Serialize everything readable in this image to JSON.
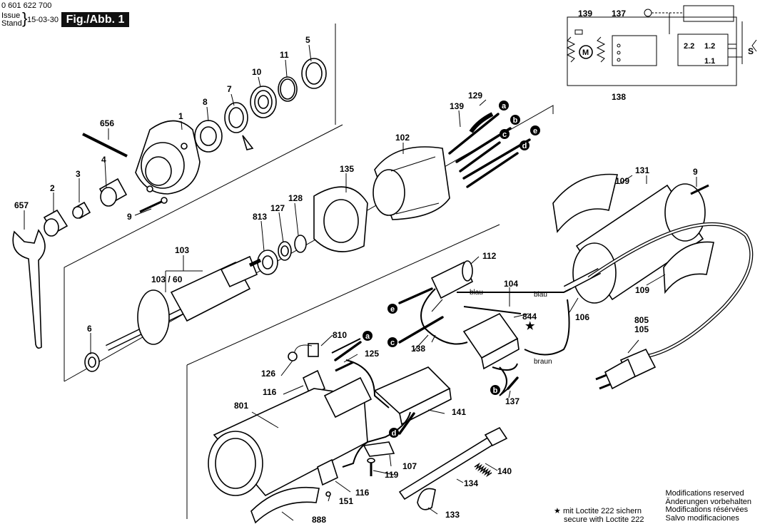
{
  "header": {
    "part_number": "0 601 622 700",
    "issue_label": "Issue",
    "stand_label": "Stand",
    "date": "15-03-30",
    "figure": "Fig./Abb. 1"
  },
  "schematic": {
    "labels": [
      "139",
      "137",
      "138",
      "M",
      "2.2",
      "1.2",
      "1.1",
      "S"
    ]
  },
  "parts": {
    "p5": "5",
    "p11": "11",
    "p10": "10",
    "p7": "7",
    "p8": "8",
    "p1": "1",
    "p656": "656",
    "p4": "4",
    "p3": "3",
    "p2": "2",
    "p9a": "9",
    "p657": "657",
    "p129": "129",
    "p139": "139",
    "p102": "102",
    "p135": "135",
    "p128": "128",
    "p127": "127",
    "p813": "813",
    "p103": "103",
    "p103_60": "103 / 60",
    "p6": "6",
    "p131": "131",
    "p109a": "109",
    "p9b": "9",
    "p109b": "109",
    "p106": "106",
    "p112": "112",
    "p104": "104",
    "p844": "844",
    "p138": "138",
    "p810": "810",
    "p125": "125",
    "p126": "126",
    "p116a": "116",
    "p801": "801",
    "p141": "141",
    "p137": "137",
    "p805": "805",
    "p105": "105",
    "p107": "107",
    "p119": "119",
    "p140": "140",
    "p134": "134",
    "p116b": "116",
    "p151": "151",
    "p133": "133",
    "p888": "888"
  },
  "connectors": [
    "a",
    "b",
    "c",
    "e",
    "d",
    "e",
    "c",
    "a",
    "b",
    "d"
  ],
  "wires": {
    "blau1": "blau",
    "blau2": "blau",
    "braun": "braun"
  },
  "loctite": {
    "star": "★",
    "line1": "mit Loctite 222 sichern",
    "line2": "secure with Loctite 222"
  },
  "notes": [
    "Modifications reserved",
    "Änderungen vorbehalten",
    "Modifications résérvées",
    "Salvo modificaciones"
  ]
}
